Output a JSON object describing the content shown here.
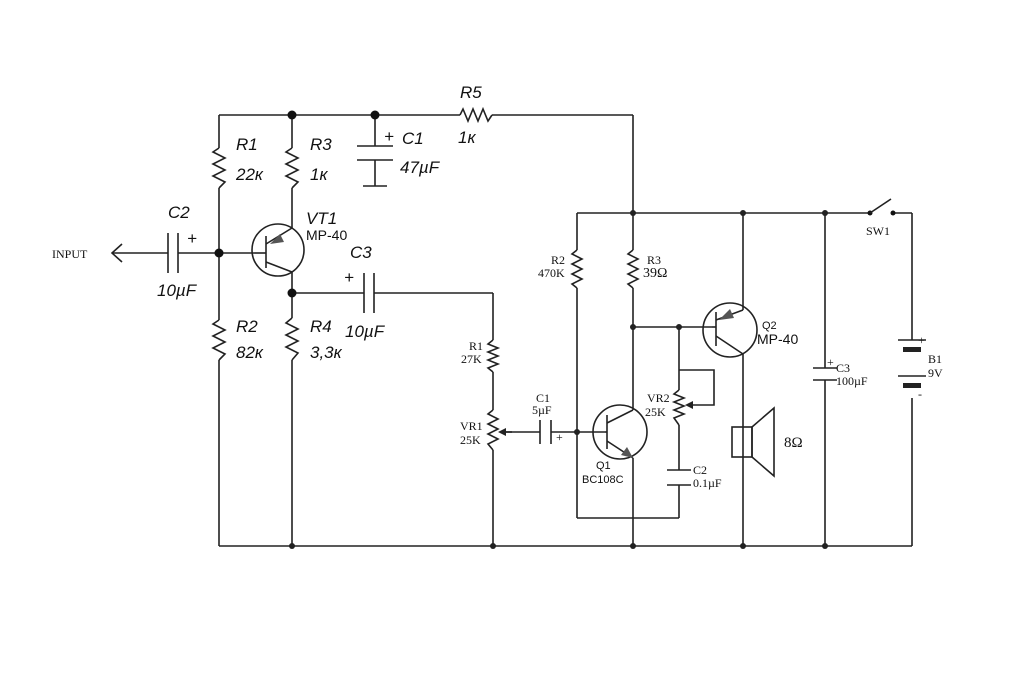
{
  "left_circuit": {
    "input_label": "INPUT",
    "r1": {
      "name": "R1",
      "value": "22к"
    },
    "r2": {
      "name": "R2",
      "value": "82к"
    },
    "r3": {
      "name": "R3",
      "value": "1к"
    },
    "r4": {
      "name": "R4",
      "value": "3,3к"
    },
    "r5": {
      "name": "R5",
      "value": "1к"
    },
    "c1": {
      "name": "C1",
      "value": "47µF"
    },
    "c2": {
      "name": "C2",
      "value": "10µF"
    },
    "c3": {
      "name": "C3",
      "value": "10µF"
    },
    "vt1": {
      "name": "VT1",
      "model": "MP-40"
    },
    "plus": "+"
  },
  "right_circuit": {
    "r1": {
      "name": "R1",
      "value": "27K"
    },
    "r2": {
      "name": "R2",
      "value": "470K"
    },
    "r3": {
      "name": "R3",
      "value": "39Ω"
    },
    "vr1": {
      "name": "VR1",
      "value": "25K"
    },
    "vr2": {
      "name": "VR2",
      "value": "25K"
    },
    "c1": {
      "name": "C1",
      "value": "5µF"
    },
    "c2": {
      "name": "C2",
      "value": "0.1µF"
    },
    "c3": {
      "name": "C3",
      "value": "100µF"
    },
    "q1": {
      "name": "Q1",
      "model": "BC108C"
    },
    "q2": {
      "name": "Q2",
      "model": "MP-40"
    },
    "speaker": "8Ω",
    "switch": "SW1",
    "battery": {
      "name": "B1",
      "value": "9V"
    },
    "plus": "+",
    "minus": "-"
  }
}
